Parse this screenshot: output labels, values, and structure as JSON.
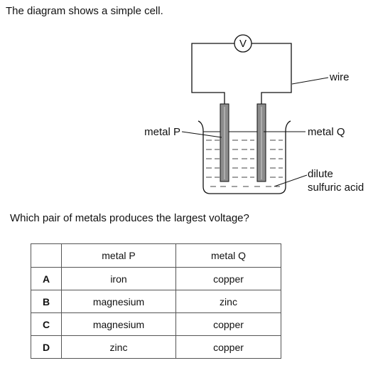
{
  "intro": "The diagram shows a simple cell.",
  "diagram": {
    "voltmeter_symbol": "V",
    "labels": {
      "wire": "wire",
      "metal_p": "metal P",
      "metal_q": "metal Q",
      "acid_line1": "dilute",
      "acid_line2": "sulfuric acid"
    }
  },
  "question": "Which pair of metals produces the largest voltage?",
  "table": {
    "headers": [
      "",
      "metal P",
      "metal Q"
    ],
    "rows": [
      {
        "key": "A",
        "metal_p": "iron",
        "metal_q": "copper"
      },
      {
        "key": "B",
        "metal_p": "magnesium",
        "metal_q": "zinc"
      },
      {
        "key": "C",
        "metal_p": "magnesium",
        "metal_q": "copper"
      },
      {
        "key": "D",
        "metal_p": "zinc",
        "metal_q": "copper"
      }
    ]
  }
}
